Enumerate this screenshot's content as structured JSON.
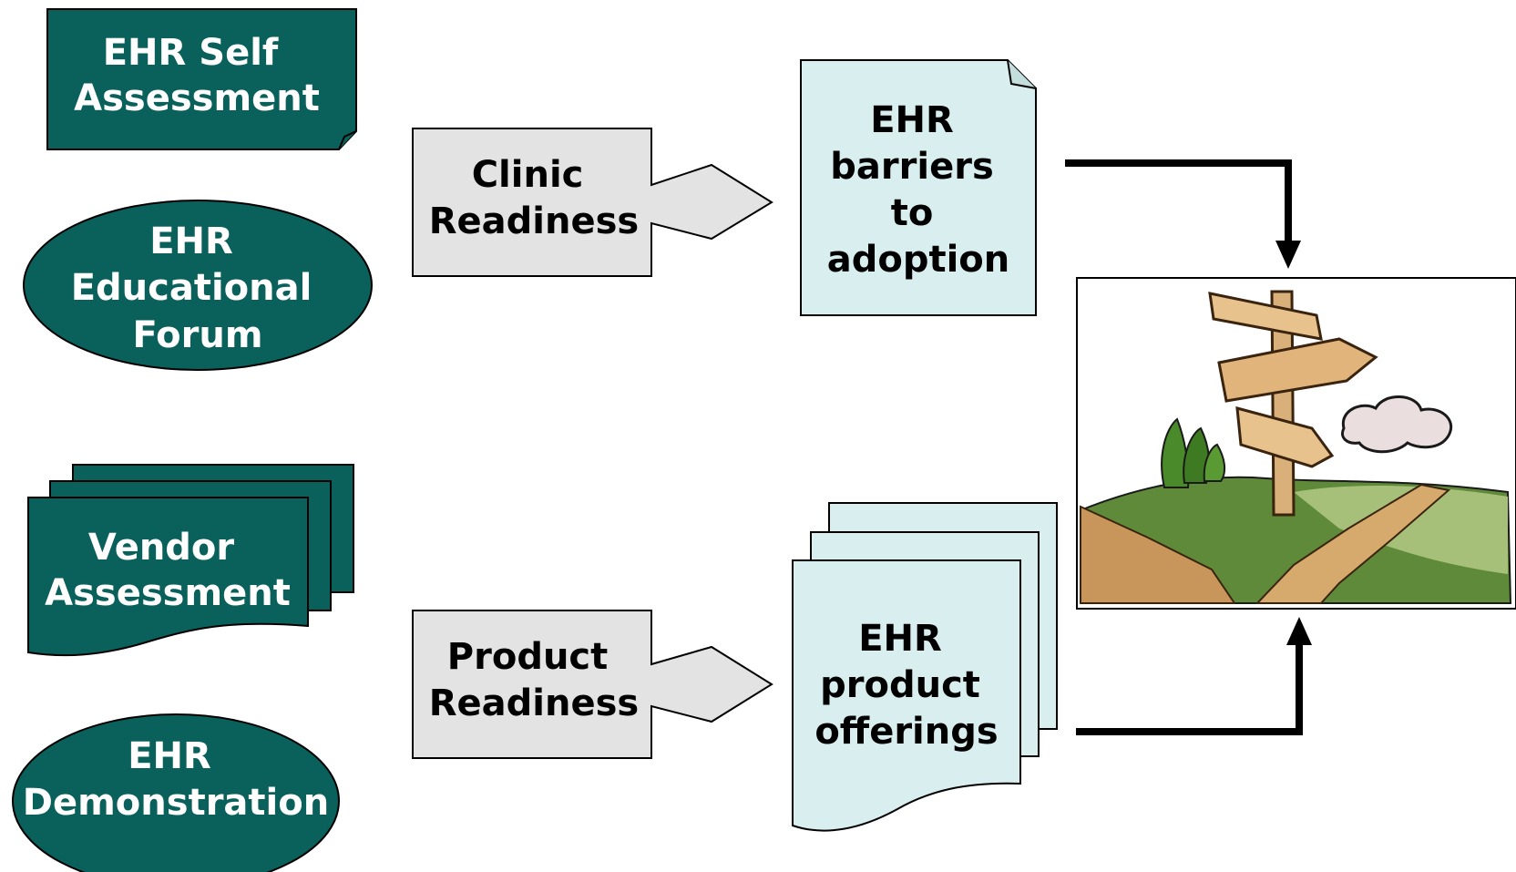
{
  "colors": {
    "teal": "#0a615b",
    "light_blue": "#d9eeee",
    "gray": "#e3e3e3",
    "stroke": "#000000"
  },
  "shapes": {
    "ehr_self_assessment": [
      "EHR Self",
      "Assessment"
    ],
    "ehr_educational_forum": [
      "EHR",
      "Educational",
      "Forum"
    ],
    "vendor_assessment": [
      "Vendor",
      "Assessment"
    ],
    "ehr_demonstration": [
      "EHR",
      "Demonstration"
    ],
    "clinic_readiness": [
      "Clinic",
      "Readiness"
    ],
    "product_readiness": [
      "Product",
      "Readiness"
    ],
    "ehr_barriers": [
      "EHR",
      "barriers",
      "to",
      "adoption"
    ],
    "ehr_product_offerings": [
      "EHR",
      "product",
      "offerings"
    ]
  },
  "picture": {
    "icon": "crossroads-signpost-icon"
  }
}
